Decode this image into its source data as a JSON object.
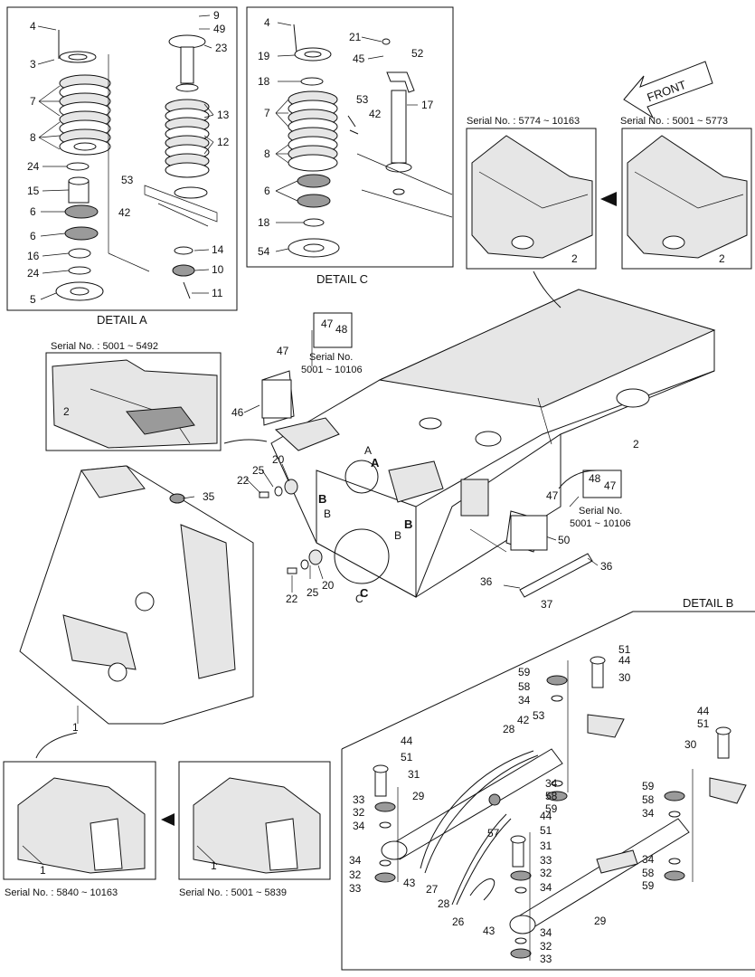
{
  "details": {
    "detail_a": "DETAIL A",
    "detail_b": "DETAIL B",
    "detail_c": "DETAIL C",
    "letter_a": "A",
    "letter_b1": "B",
    "letter_b2": "B",
    "letter_c": "C"
  },
  "front_label": "FRONT",
  "serials": {
    "s5774_10163": "Serial No. : 5774 ~ 10163",
    "s5001_5773": "Serial No. : 5001 ~ 5773",
    "s5001_5492": "Serial No. : 5001 ~ 5492",
    "s5840_10163": "Serial No. : 5840 ~ 10163",
    "s5001_5839": "Serial No. : 5001 ~ 5839",
    "inset_top_line1": "Serial No.",
    "inset_top_line2": "5001 ~ 10106",
    "inset_right_line1": "Serial No.",
    "inset_right_line2": "5001 ~ 10106"
  },
  "callouts": {
    "a": [
      "4",
      "3",
      "7",
      "8",
      "24",
      "15",
      "6",
      "6",
      "16",
      "24",
      "5",
      "9",
      "49",
      "23",
      "13",
      "12",
      "53",
      "42",
      "14",
      "10",
      "11"
    ],
    "c": [
      "4",
      "19",
      "18",
      "7",
      "8",
      "6",
      "18",
      "54",
      "21",
      "45",
      "52",
      "53",
      "42",
      "17"
    ],
    "main": [
      "47",
      "48",
      "47",
      "46",
      "2",
      "2",
      "2",
      "2",
      "35",
      "25",
      "20",
      "22",
      "A",
      "B",
      "B",
      "25",
      "20",
      "22",
      "C",
      "48",
      "47",
      "47",
      "50",
      "36",
      "36",
      "37",
      "1",
      "1",
      "1"
    ],
    "b": [
      "44",
      "51",
      "30",
      "59",
      "58",
      "34",
      "42",
      "53",
      "28",
      "44",
      "51",
      "31",
      "33",
      "32",
      "34",
      "29",
      "34",
      "32",
      "33",
      "57",
      "43",
      "27",
      "28",
      "26",
      "43",
      "44",
      "51",
      "31",
      "33",
      "32",
      "34",
      "34",
      "58",
      "59",
      "44",
      "51",
      "30",
      "59",
      "58",
      "34",
      "34",
      "58",
      "59",
      "29",
      "34",
      "32",
      "33"
    ]
  }
}
